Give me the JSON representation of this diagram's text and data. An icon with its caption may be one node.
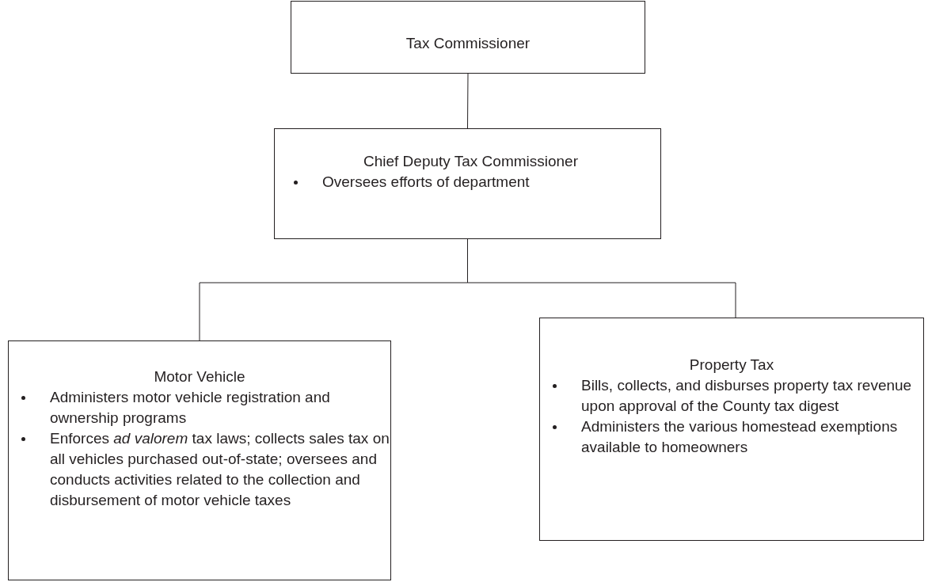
{
  "diagram": {
    "nodes": [
      {
        "text": [
          "Tax Commissioner"
        ]
      },
      {
        "text": [
          "Chief Deputy Tax Commissioner",
          "Oversees efforts of department"
        ]
      },
      {
        "text": [
          "Motor Vehicle",
          "Administers motor vehicle registration and ownership programs",
          "Enforces *ad valorem* tax laws; collects sales tax on all vehicles purchased out-of-state; oversees and conducts activities related to the collection and disbursement of motor vehicle taxes"
        ]
      },
      {
        "text": [
          "Property Tax",
          "Bills, collects, and disburses property tax revenue upon approval of the County tax digest",
          "Administers the various homestead exemptions available to homeowners"
        ]
      }
    ],
    "edges": [
      {
        "from": 0,
        "to": 1,
        "arrow": "none"
      },
      {
        "from": 1,
        "to": 2,
        "arrow": "none"
      },
      {
        "from": 1,
        "to": 3,
        "arrow": "none"
      }
    ]
  }
}
